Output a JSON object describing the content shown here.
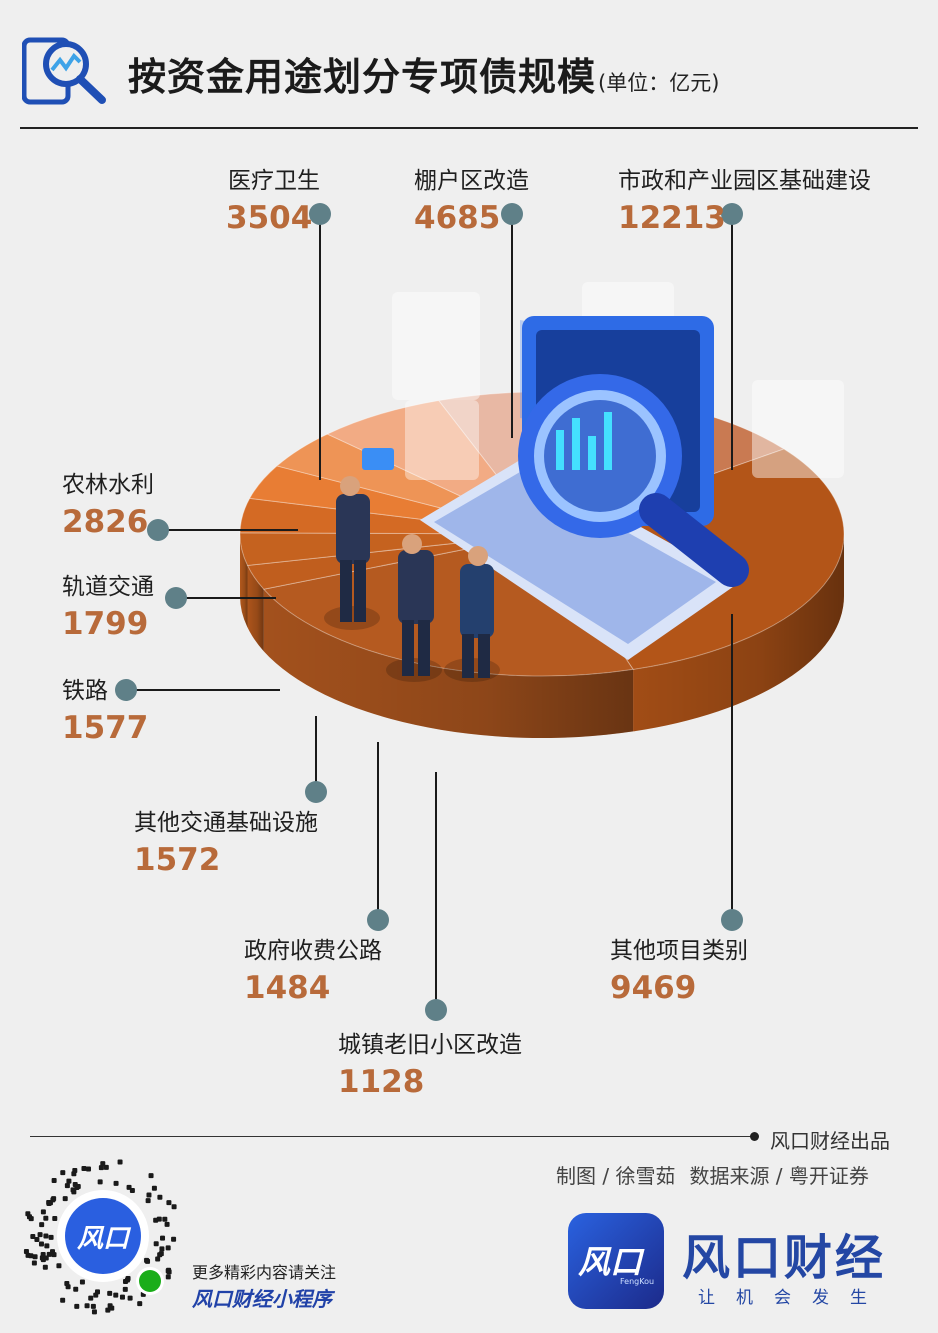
{
  "header": {
    "title": "按资金用途划分专项债规模",
    "unit": "(单位：亿元)"
  },
  "chart_data": {
    "type": "pie",
    "title": "按资金用途划分专项债规模",
    "unit": "(单位：亿元)",
    "categories": [
      "医疗卫生",
      "棚户区改造",
      "市政和产业园区基础建设",
      "其他项目类别",
      "城镇老旧小区改造",
      "政府收费公路",
      "其他交通基础设施",
      "铁路",
      "轨道交通",
      "农林水利"
    ],
    "values": [
      3504,
      4685,
      12213,
      9469,
      1128,
      1484,
      1572,
      1577,
      1799,
      2826
    ],
    "value_labels": [
      "3504",
      "4685",
      "12213",
      "9469",
      "1128",
      "1484",
      "1572",
      "1577",
      "1799",
      "2826"
    ],
    "colors": [
      "#e8b8a4",
      "#c97a52",
      "#b35518",
      "#b55a20",
      "#c05e1e",
      "#c5621f",
      "#d46a24",
      "#e87d34",
      "#ee9456",
      "#f2ab84"
    ],
    "label_color": "#b86a3a",
    "legend": "none"
  },
  "footer": {
    "producer": "风口财经出品",
    "credit_chart": "制图 / 徐雪茹",
    "credit_source": "数据来源 / 粤开证券",
    "follow_text": "更多精彩内容请关注",
    "mini_program": "风口财经小程序",
    "logo_text": "风口",
    "logo_sub": "FengKou",
    "brand_name": "风口财经",
    "slogan": "让机会发生",
    "brand_color": "#2447a4"
  },
  "icons": {
    "header": "magnifier-chart-icon",
    "qr": "qr-code-icon",
    "logo": "fengkou-logo-icon"
  }
}
